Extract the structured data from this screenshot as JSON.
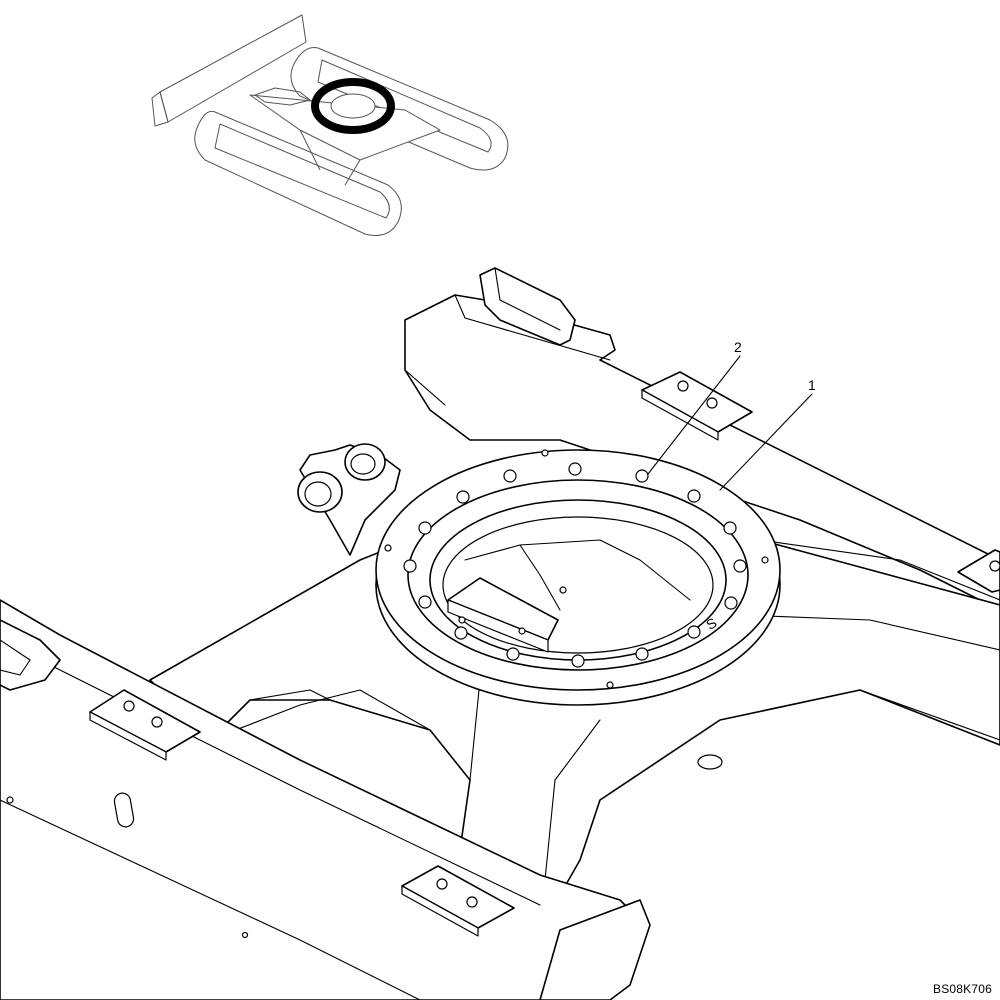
{
  "figure": {
    "code": "BS08K706",
    "callouts": [
      {
        "number": "1"
      },
      {
        "number": "2"
      }
    ]
  }
}
